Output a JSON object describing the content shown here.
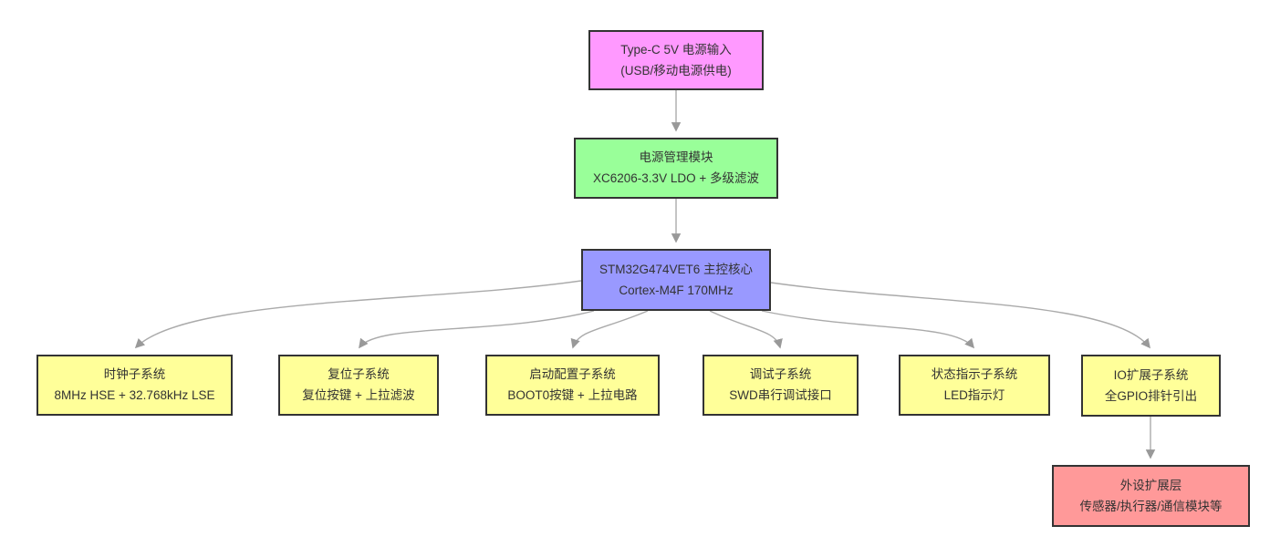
{
  "diagram": {
    "type": "flowchart-top-down",
    "background": "#ffffff",
    "colors": {
      "node_border": "#333333",
      "node_text": "#333333",
      "edge_line": "#aaaaaa",
      "edge_arrow": "#999999"
    },
    "nodes": [
      {
        "id": "power-input",
        "line1": "Type-C 5V 电源输入",
        "line2": "(USB/移动电源供电)",
        "fill": "#ff99ff"
      },
      {
        "id": "power-mgmt",
        "line1": "电源管理模块",
        "line2": "XC6206-3.3V LDO + 多级滤波",
        "fill": "#99ff99"
      },
      {
        "id": "mcu-core",
        "line1": "STM32G474VET6 主控核心",
        "line2": "Cortex-M4F 170MHz",
        "fill": "#9999ff"
      },
      {
        "id": "clock",
        "line1": "时钟子系统",
        "line2": "8MHz HSE + 32.768kHz LSE",
        "fill": "#ffff99"
      },
      {
        "id": "reset",
        "line1": "复位子系统",
        "line2": "复位按键 + 上拉滤波",
        "fill": "#ffff99"
      },
      {
        "id": "boot",
        "line1": "启动配置子系统",
        "line2": "BOOT0按键 + 上拉电路",
        "fill": "#ffff99"
      },
      {
        "id": "debug",
        "line1": "调试子系统",
        "line2": "SWD串行调试接口",
        "fill": "#ffff99"
      },
      {
        "id": "status",
        "line1": "状态指示子系统",
        "line2": "LED指示灯",
        "fill": "#ffff99"
      },
      {
        "id": "io",
        "line1": "IO扩展子系统",
        "line2": "全GPIO排针引出",
        "fill": "#ffff99"
      },
      {
        "id": "peripheral",
        "line1": "外设扩展层",
        "line2": "传感器/执行器/通信模块等",
        "fill": "#ff9999"
      }
    ],
    "edges": [
      {
        "from": "power-input",
        "to": "power-mgmt"
      },
      {
        "from": "power-mgmt",
        "to": "mcu-core"
      },
      {
        "from": "mcu-core",
        "to": "clock"
      },
      {
        "from": "mcu-core",
        "to": "reset"
      },
      {
        "from": "mcu-core",
        "to": "boot"
      },
      {
        "from": "mcu-core",
        "to": "debug"
      },
      {
        "from": "mcu-core",
        "to": "status"
      },
      {
        "from": "mcu-core",
        "to": "io"
      },
      {
        "from": "io",
        "to": "peripheral"
      }
    ]
  }
}
